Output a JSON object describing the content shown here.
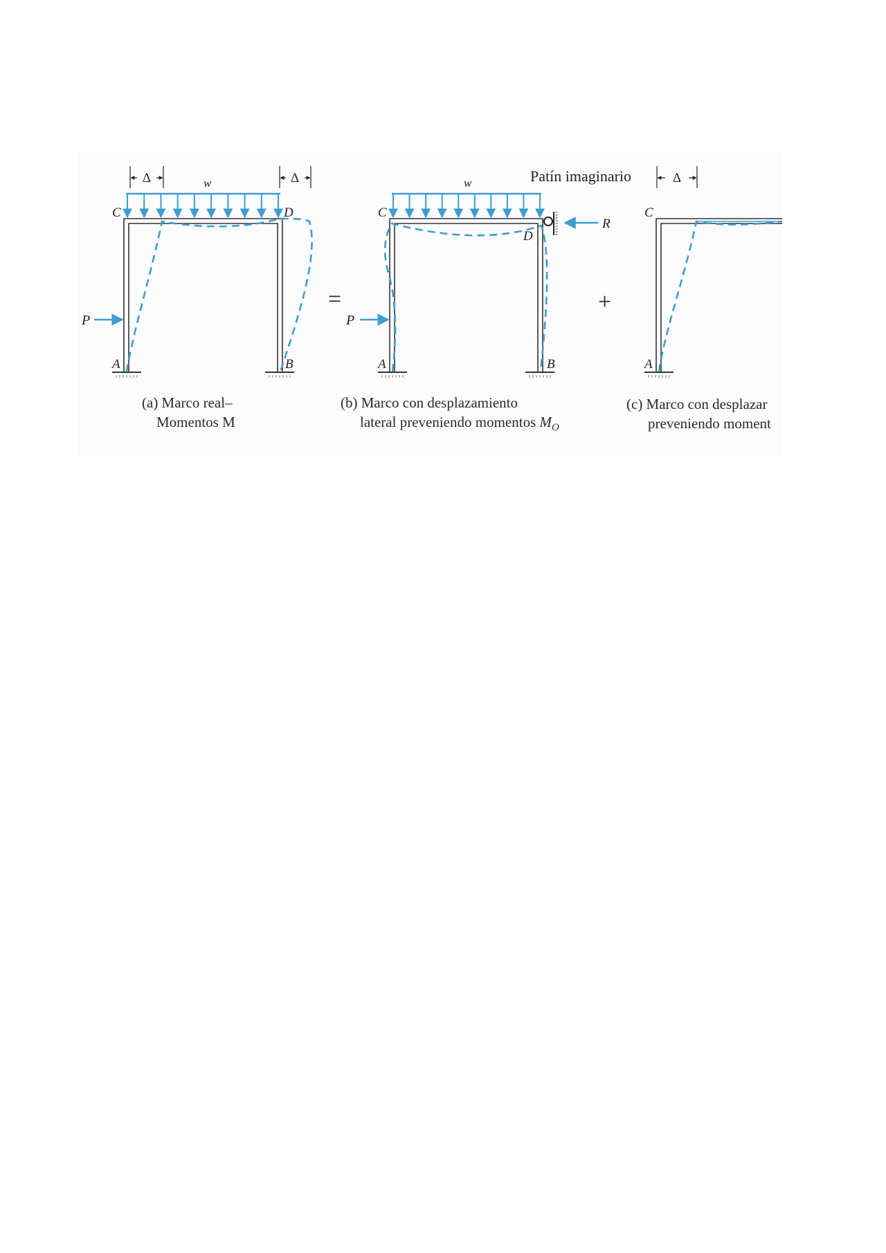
{
  "colors": {
    "accent": "#3d9dd1",
    "ink": "#222222"
  },
  "labels": {
    "node_c": "C",
    "node_d": "D",
    "node_a": "A",
    "node_b": "B",
    "load_w": "w",
    "force_p": "P",
    "reaction_r": "R",
    "delta": "Δ",
    "imaginary_support": "Patín imaginario",
    "equals": "=",
    "plus": "+"
  },
  "captions": {
    "a": {
      "line1": "(a) Marco real–",
      "line2": "Momentos M"
    },
    "b": {
      "line1": "(b) Marco con desplazamiento",
      "line2_text": "lateral preveniendo momentos ",
      "line2_symbol": "M",
      "line2_subscript": "O"
    },
    "c": {
      "line1": "(c) Marco con desplazar",
      "line2": "preveniendo moment"
    }
  }
}
